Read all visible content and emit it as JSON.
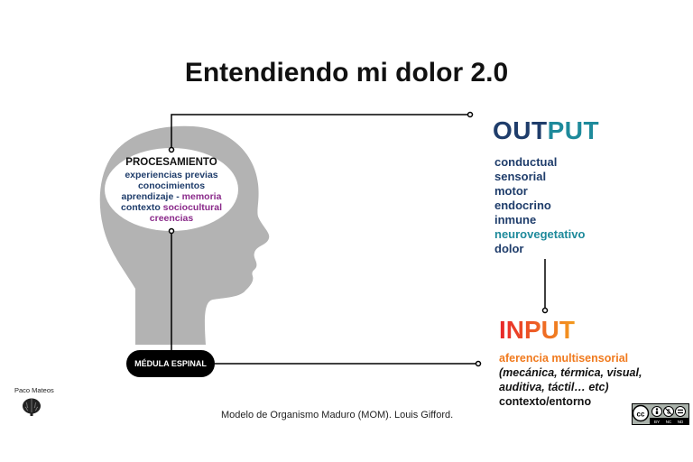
{
  "title": "Entendiendo mi dolor 2.0",
  "procesamiento": {
    "title": "PROCESAMIENTO",
    "items": [
      "experiencias previas",
      "conocimientos",
      "aprendizaje - memoria",
      "contexto sociocultural",
      "creencias"
    ]
  },
  "output": {
    "title_part1": "OUT",
    "title_part2": "PUT",
    "items": [
      "conductual",
      "sensorial",
      "motor",
      "endocrino",
      "inmune",
      "neurovegetativo",
      "dolor"
    ]
  },
  "input": {
    "title": "INPUT",
    "line1": "aferencia multisensorial",
    "line2": "(mecánica, térmica, visual,",
    "line3": "auditiva, táctil… etc)",
    "line4": "contexto/entorno"
  },
  "medula": "MÉDULA ESPINAL",
  "caption": "Modelo de Organismo Maduro (MOM). Louis Gifford.",
  "author": "Paco Mateos",
  "license": {
    "cc": "cc",
    "labels": [
      "BY",
      "NC",
      "ND"
    ]
  },
  "colors": {
    "head": "#b3b3b3",
    "navy": "#1f3d6b",
    "teal": "#1e8a9b",
    "purple": "#8a2a8a",
    "red": "#e8262b",
    "orange": "#f39a1e"
  }
}
